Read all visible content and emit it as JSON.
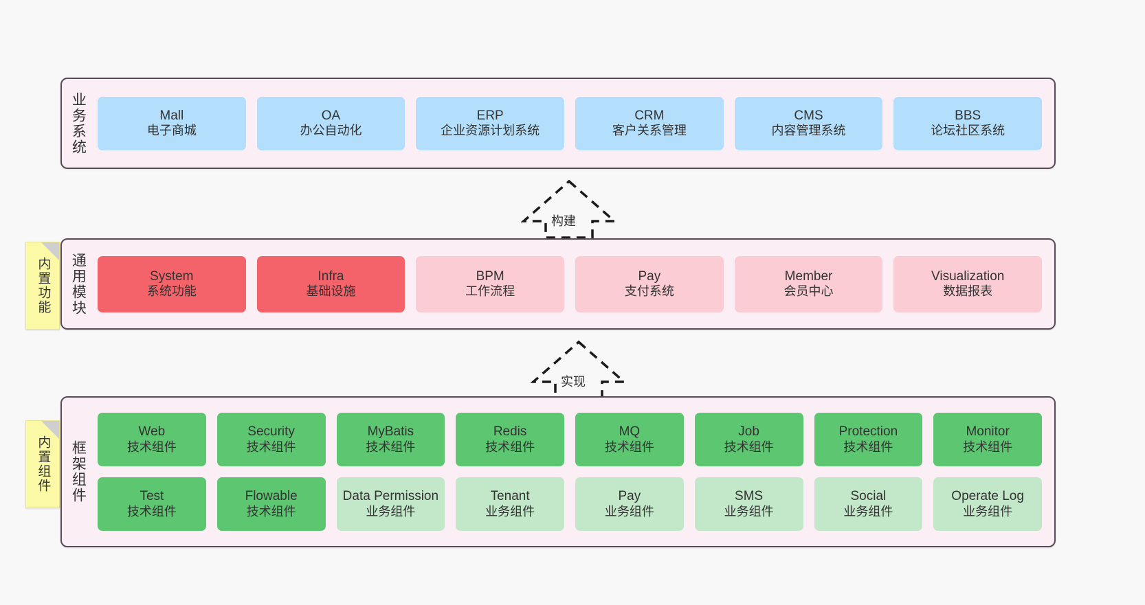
{
  "diagram": {
    "background_color": "#f8f8f8",
    "band_fill": "#fbeef5",
    "band_border": "#5a4a57",
    "note_fill": "#fbf9a6",
    "colors": {
      "business": "#b3dffc",
      "module_primary": "#f4636a",
      "module_secondary": "#fbccd3",
      "tech_component": "#5cc671",
      "biz_component": "#c3e8c9"
    }
  },
  "layers": [
    {
      "id": "business-systems",
      "title": "业务系统",
      "rows": [
        {
          "cards": [
            {
              "name": "Mall",
              "sub": "电子商城",
              "style": "c-blue"
            },
            {
              "name": "OA",
              "sub": "办公自动化",
              "style": "c-blue"
            },
            {
              "name": "ERP",
              "sub": "企业资源计划系统",
              "style": "c-blue"
            },
            {
              "name": "CRM",
              "sub": "客户关系管理",
              "style": "c-blue"
            },
            {
              "name": "CMS",
              "sub": "内容管理系统",
              "style": "c-blue"
            },
            {
              "name": "BBS",
              "sub": "论坛社区系统",
              "style": "c-blue"
            }
          ]
        }
      ]
    },
    {
      "id": "common-modules",
      "title": "通用模块",
      "note": "内置功能",
      "rows": [
        {
          "cards": [
            {
              "name": "System",
              "sub": "系统功能",
              "style": "c-red"
            },
            {
              "name": "Infra",
              "sub": "基础设施",
              "style": "c-red"
            },
            {
              "name": "BPM",
              "sub": "工作流程",
              "style": "c-pink"
            },
            {
              "name": "Pay",
              "sub": "支付系统",
              "style": "c-pink"
            },
            {
              "name": "Member",
              "sub": "会员中心",
              "style": "c-pink"
            },
            {
              "name": "Visualization",
              "sub": "数据报表",
              "style": "c-pink"
            }
          ]
        }
      ]
    },
    {
      "id": "framework-components",
      "title": "框架组件",
      "note": "内置组件",
      "rows": [
        {
          "cards": [
            {
              "name": "Web",
              "sub": "技术组件",
              "style": "c-green"
            },
            {
              "name": "Security",
              "sub": "技术组件",
              "style": "c-green"
            },
            {
              "name": "MyBatis",
              "sub": "技术组件",
              "style": "c-green"
            },
            {
              "name": "Redis",
              "sub": "技术组件",
              "style": "c-green"
            },
            {
              "name": "MQ",
              "sub": "技术组件",
              "style": "c-green"
            },
            {
              "name": "Job",
              "sub": "技术组件",
              "style": "c-green"
            },
            {
              "name": "Protection",
              "sub": "技术组件",
              "style": "c-green"
            },
            {
              "name": "Monitor",
              "sub": "技术组件",
              "style": "c-green"
            }
          ]
        },
        {
          "cards": [
            {
              "name": "Test",
              "sub": "技术组件",
              "style": "c-green"
            },
            {
              "name": "Flowable",
              "sub": "技术组件",
              "style": "c-green"
            },
            {
              "name": "Data Permission",
              "sub": "业务组件",
              "style": "c-green-lt"
            },
            {
              "name": "Tenant",
              "sub": "业务组件",
              "style": "c-green-lt"
            },
            {
              "name": "Pay",
              "sub": "业务组件",
              "style": "c-green-lt"
            },
            {
              "name": "SMS",
              "sub": "业务组件",
              "style": "c-green-lt"
            },
            {
              "name": "Social",
              "sub": "业务组件",
              "style": "c-green-lt"
            },
            {
              "name": "Operate Log",
              "sub": "业务组件",
              "style": "c-green-lt"
            }
          ]
        }
      ]
    }
  ],
  "arrows": [
    {
      "id": "arrow-build",
      "label": "构建",
      "direction": "up"
    },
    {
      "id": "arrow-implement",
      "label": "实现",
      "direction": "up"
    }
  ]
}
